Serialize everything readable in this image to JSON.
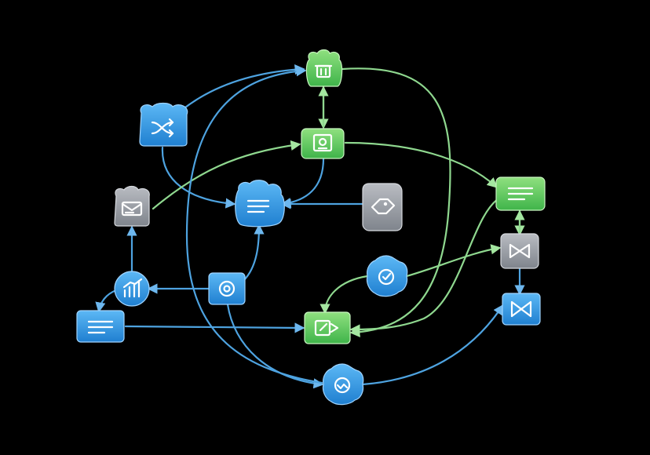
{
  "diagram": {
    "nodes": [
      {
        "id": "n-trash",
        "icon": "trash-icon",
        "color": "green"
      },
      {
        "id": "n-shuffle",
        "icon": "shuffle-icon",
        "color": "blue"
      },
      {
        "id": "n-frame",
        "icon": "image-frame-icon",
        "color": "green"
      },
      {
        "id": "n-message",
        "icon": "envelope-icon",
        "color": "gray"
      },
      {
        "id": "n-doc-center",
        "icon": "document-lines-icon",
        "color": "blue"
      },
      {
        "id": "n-tag",
        "icon": "tag-icon",
        "color": "gray"
      },
      {
        "id": "n-doc-right",
        "icon": "document-lines-icon",
        "color": "green"
      },
      {
        "id": "n-bowtie",
        "icon": "bowtie-icon",
        "color": "gray"
      },
      {
        "id": "n-chart",
        "icon": "bar-chart-icon",
        "color": "blue"
      },
      {
        "id": "n-target",
        "icon": "target-icon",
        "color": "blue"
      },
      {
        "id": "n-check",
        "icon": "check-circle-icon",
        "color": "blue"
      },
      {
        "id": "n-doc-left",
        "icon": "document-lines-icon",
        "color": "blue"
      },
      {
        "id": "n-export",
        "icon": "export-arrow-icon",
        "color": "green"
      },
      {
        "id": "n-crossed",
        "icon": "crossed-arrows-icon",
        "color": "blue"
      },
      {
        "id": "n-badge",
        "icon": "wave-check-icon",
        "color": "blue"
      }
    ],
    "edges": [
      {
        "from": "n-shuffle",
        "to": "n-trash",
        "color": "blue"
      },
      {
        "from": "n-shuffle",
        "to": "n-doc-center",
        "color": "blue"
      },
      {
        "from": "n-trash",
        "to": "n-frame",
        "color": "green"
      },
      {
        "from": "n-frame",
        "to": "n-trash",
        "color": "green"
      },
      {
        "from": "n-frame",
        "to": "n-doc-center",
        "color": "blue"
      },
      {
        "from": "n-message",
        "to": "n-frame",
        "color": "green"
      },
      {
        "from": "n-tag",
        "to": "n-doc-center",
        "color": "blue"
      },
      {
        "from": "n-frame",
        "to": "n-doc-right",
        "color": "green"
      },
      {
        "from": "n-doc-right",
        "to": "n-bowtie",
        "color": "green"
      },
      {
        "from": "n-bowtie",
        "to": "n-doc-right",
        "color": "green"
      },
      {
        "from": "n-bowtie",
        "to": "n-crossed",
        "color": "blue"
      },
      {
        "from": "n-chart",
        "to": "n-message",
        "color": "blue"
      },
      {
        "from": "n-chart",
        "to": "n-doc-left",
        "color": "blue"
      },
      {
        "from": "n-target",
        "to": "n-chart",
        "color": "blue"
      },
      {
        "from": "n-target",
        "to": "n-doc-center",
        "color": "blue"
      },
      {
        "from": "n-doc-left",
        "to": "n-export",
        "color": "blue"
      },
      {
        "from": "n-check",
        "to": "n-export",
        "color": "green"
      },
      {
        "from": "n-check",
        "to": "n-bowtie",
        "color": "green"
      },
      {
        "from": "n-trash",
        "to": "n-export",
        "color": "green"
      },
      {
        "from": "n-doc-right",
        "to": "n-export",
        "color": "green"
      },
      {
        "from": "n-target",
        "to": "n-badge",
        "color": "blue"
      },
      {
        "from": "n-badge",
        "to": "n-trash",
        "color": "blue"
      },
      {
        "from": "n-badge",
        "to": "n-crossed",
        "color": "blue"
      }
    ]
  }
}
